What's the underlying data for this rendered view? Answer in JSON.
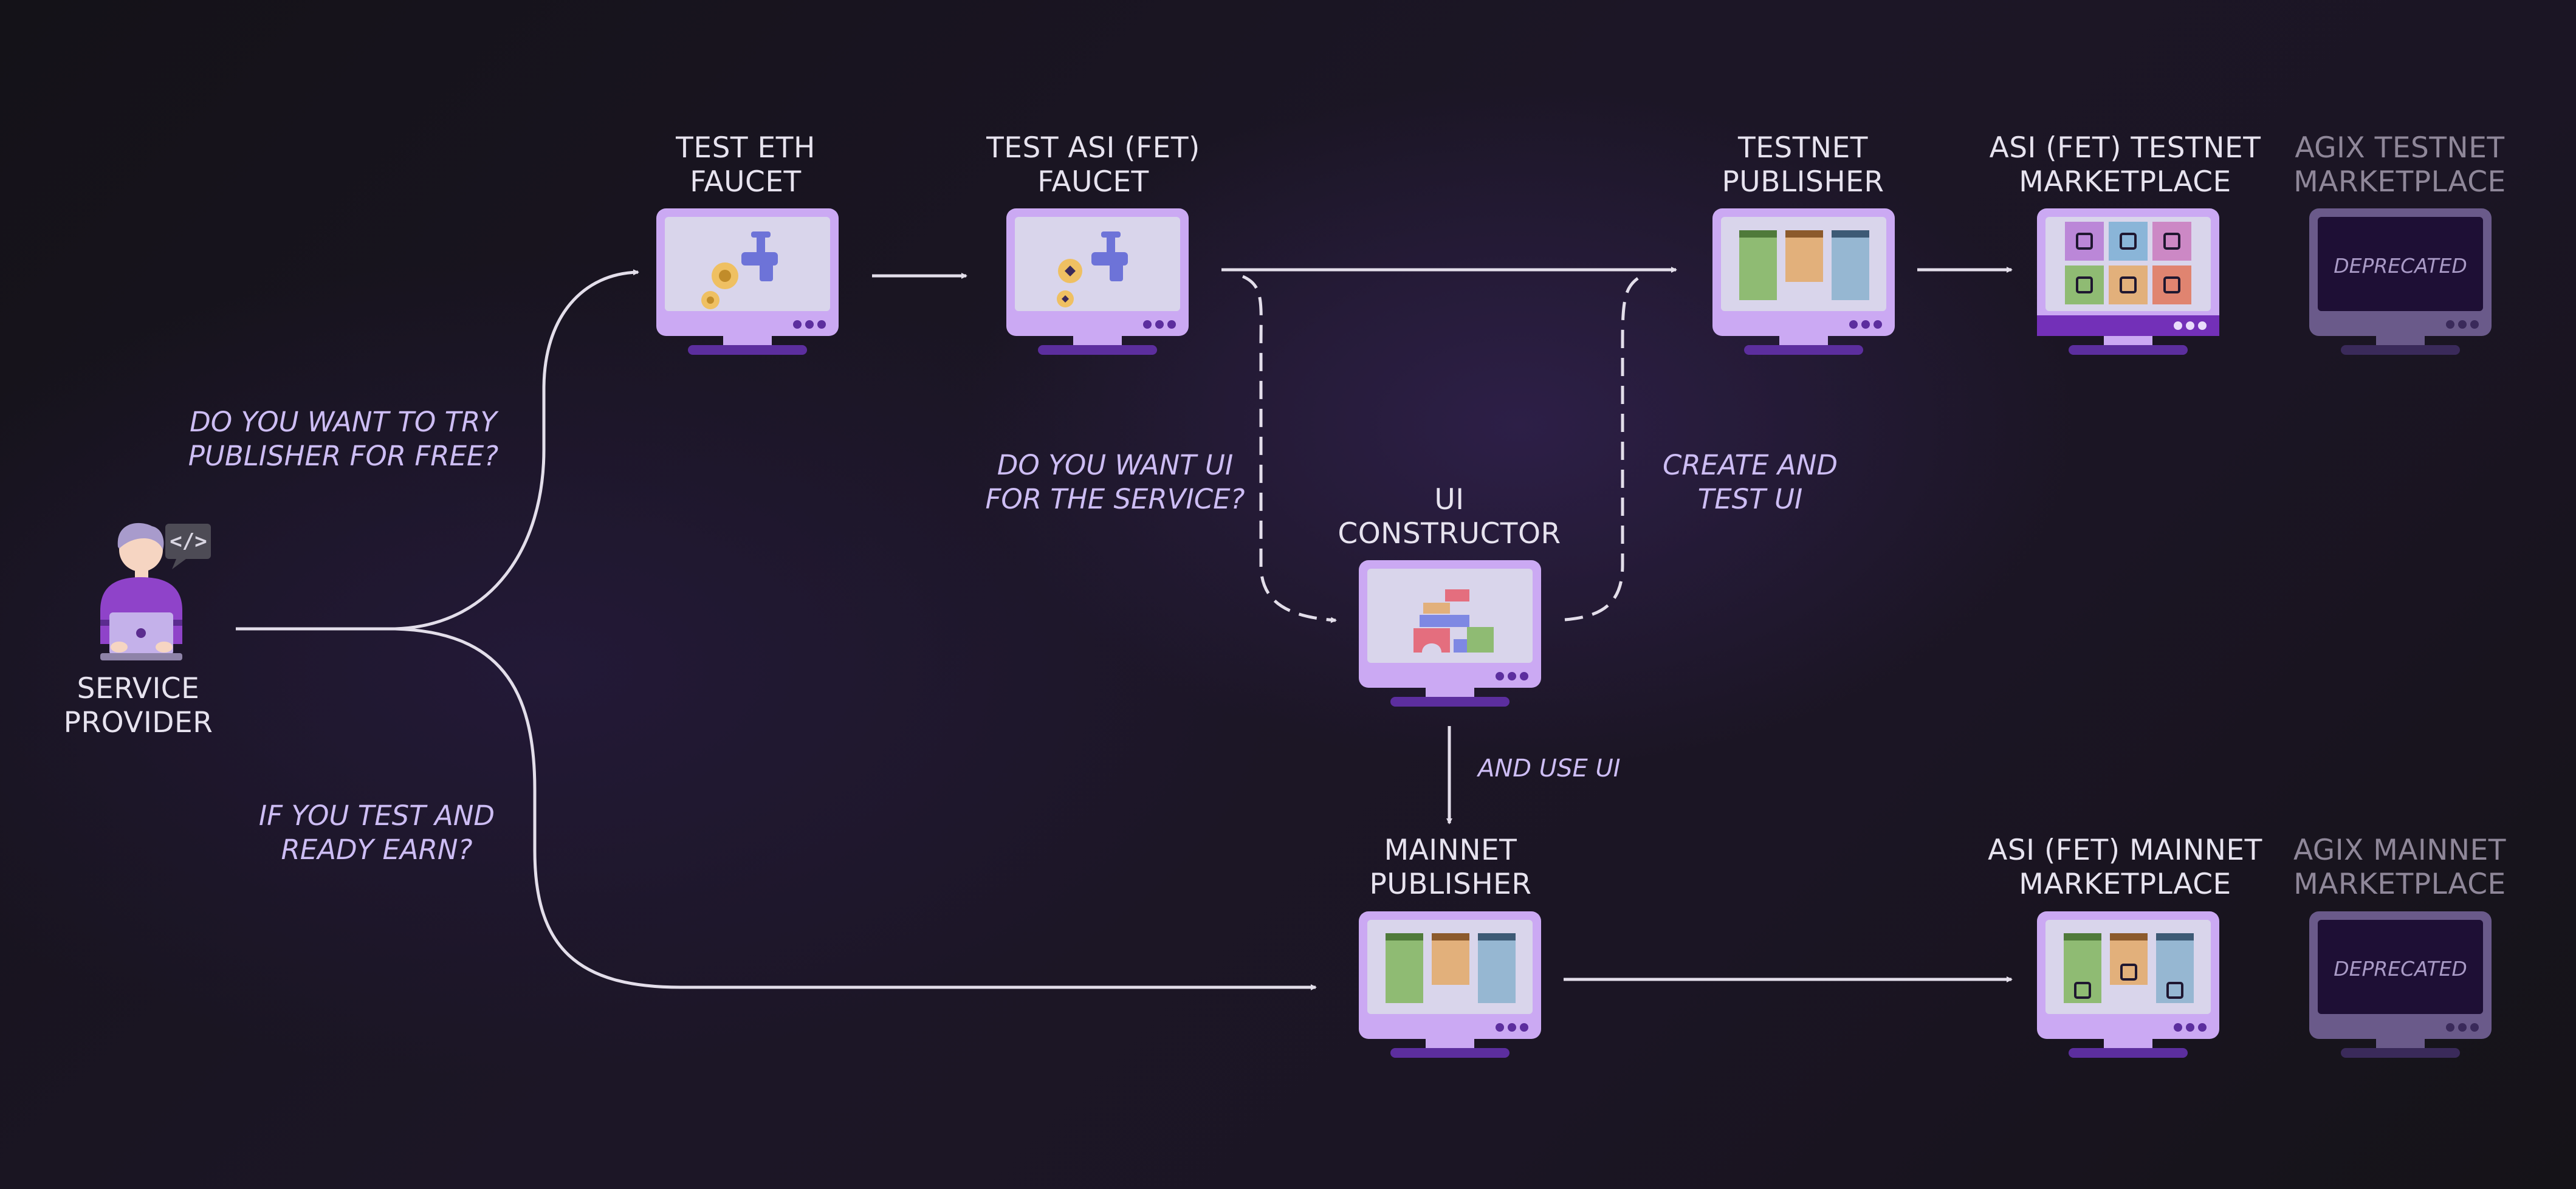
{
  "colors": {
    "label": "#e7e3ef",
    "label_deprecated": "#8f8799",
    "note": "#cdbdf4",
    "arrow": "#e3deea",
    "monitor_body": "#cba9f3",
    "monitor_screen": "#d9d5eb",
    "monitor_stand": "#5c2e9e",
    "monitor_dim": "#6a5a8a",
    "monitor_dim_screen": "#1e0f35",
    "deprecated_text": "#a99ac6"
  },
  "nodes": {
    "service_provider": {
      "label": "SERVICE\nPROVIDER",
      "icon": "developer-with-laptop"
    },
    "test_eth_faucet": {
      "label": "TEST ETH\nFAUCET",
      "icon": "faucet-icon"
    },
    "test_asi_faucet": {
      "label": "TEST ASI (FET)\nFAUCET",
      "icon": "faucet-icon"
    },
    "testnet_publisher": {
      "label": "TESTNET\nPUBLISHER",
      "icon": "publisher-columns-icon"
    },
    "asi_testnet_marketplace": {
      "label": "ASI (FET) TESTNET\nMARKETPLACE",
      "icon": "marketplace-grid-icon"
    },
    "agix_testnet_marketplace": {
      "label": "AGIX TESTNET\nMARKETPLACE",
      "status": "DEPRECATED"
    },
    "ui_constructor": {
      "label": "UI\nCONSTRUCTOR",
      "icon": "building-blocks-icon"
    },
    "mainnet_publisher": {
      "label": "MAINNET\nPUBLISHER",
      "icon": "publisher-columns-icon"
    },
    "asi_mainnet_marketplace": {
      "label": "ASI (FET) MAINNET\nMARKETPLACE",
      "icon": "marketplace-columns-icon"
    },
    "agix_mainnet_marketplace": {
      "label": "AGIX MAINNET\nMARKETPLACE",
      "status": "DEPRECATED"
    }
  },
  "notes": {
    "try_free": "DO YOU WANT TO TRY\nPUBLISHER FOR FREE?",
    "ready_earn": "IF YOU TEST AND\nREADY EARN?",
    "want_ui": "DO YOU WANT UI\nFOR THE SERVICE?",
    "create_test_ui": "CREATE AND\nTEST UI",
    "and_use_ui": "AND USE UI"
  }
}
